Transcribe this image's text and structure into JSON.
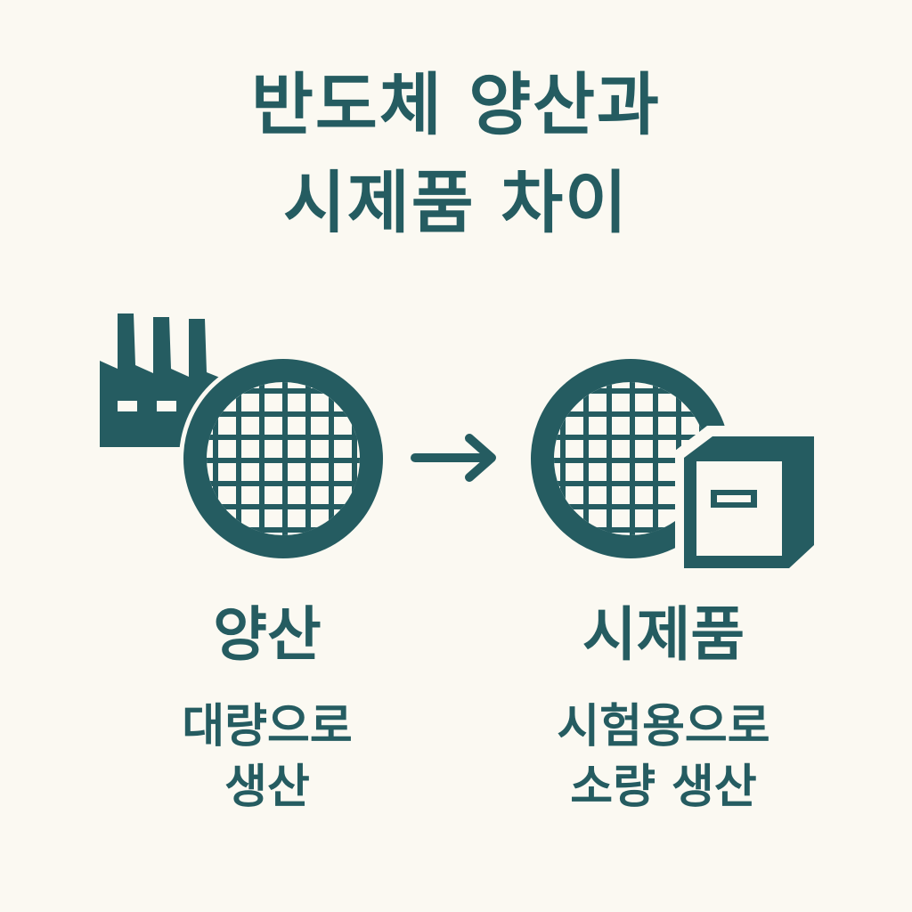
{
  "title": {
    "line1": "반도체 양산과",
    "line2": "시제품 차이"
  },
  "left": {
    "heading": "양산",
    "desc_line1": "대량으로",
    "desc_line2": "생산"
  },
  "right": {
    "heading": "시제품",
    "desc_line1": "시험용으로",
    "desc_line2": "소량 생산"
  },
  "icons": [
    "factory-icon",
    "wafer-icon",
    "arrow-right-icon",
    "wafer-icon",
    "chip-package-icon"
  ],
  "colors": {
    "primary": "#255c61",
    "background": "#fbf9f2"
  }
}
